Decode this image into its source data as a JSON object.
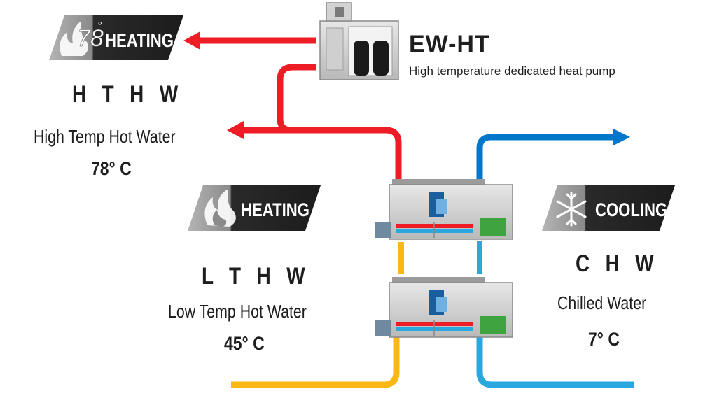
{
  "colors": {
    "hot_pipe": "#ee1c25",
    "low_temp_pipe": "#fbb713",
    "chilled_pipe": "#0077c8",
    "chilled_pipe_light": "#29a8e0",
    "badge_bg": "#1f1f1f",
    "badge_text": "#ffffff"
  },
  "heat_pump": {
    "title": "EW-HT",
    "subtitle": "High temperature dedicated heat pump"
  },
  "badges": {
    "hthw": {
      "icon": "flame-icon",
      "number": "78",
      "degree_mark": "°",
      "label": "HEATING"
    },
    "lthw": {
      "icon": "flame-icon",
      "label": "HEATING"
    },
    "chw": {
      "icon": "snowflake-icon",
      "label": "COOLING"
    }
  },
  "hthw": {
    "abbr": "H T H W",
    "name": "High Temp Hot Water",
    "temp": "78° C"
  },
  "lthw": {
    "abbr": "L T H W",
    "name": "Low Temp Hot Water",
    "temp": "45° C"
  },
  "chw": {
    "abbr": "C H W",
    "name": "Chilled Water",
    "temp": "7° C"
  }
}
